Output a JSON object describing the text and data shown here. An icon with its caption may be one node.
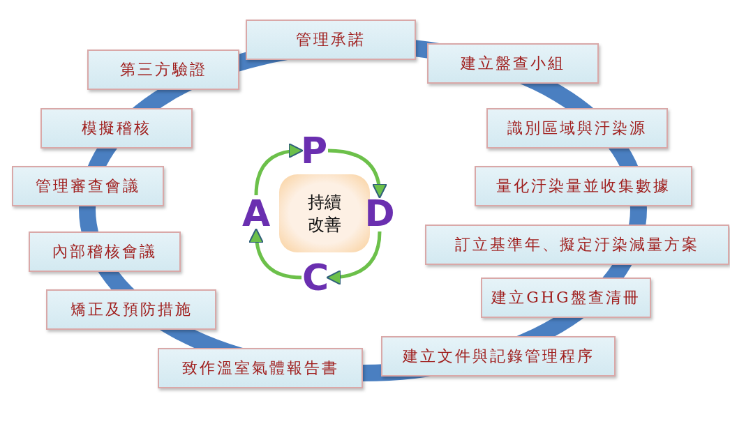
{
  "diagram": {
    "nodes": [
      {
        "text": [
          "管理承諾"
        ]
      },
      {
        "text": [
          "建立盤查小組"
        ]
      },
      {
        "text": [
          "識別區域與汙染源"
        ]
      },
      {
        "text": [
          "量化汙染量並收集數據"
        ]
      },
      {
        "text": [
          "訂立基準年、擬定汙染減量方案"
        ]
      },
      {
        "text": [
          "建立GHG盤查清冊"
        ]
      },
      {
        "text": [
          "建立文件與記錄管理程序"
        ]
      },
      {
        "text": [
          "致作溫室氣體報告書"
        ]
      },
      {
        "text": [
          "矯正及預防措施"
        ]
      },
      {
        "text": [
          "內部稽核會議"
        ]
      },
      {
        "text": [
          "管理審查會議"
        ]
      },
      {
        "text": [
          "模擬稽核"
        ]
      },
      {
        "text": [
          "第三方驗證"
        ]
      },
      {
        "text": [
          "持續改善"
        ]
      },
      {
        "text": [
          "P"
        ]
      },
      {
        "text": [
          "D"
        ]
      },
      {
        "text": [
          "C"
        ]
      },
      {
        "text": [
          "A"
        ]
      }
    ],
    "edges": [
      {
        "from": 17,
        "to": 14,
        "arrow": "to"
      },
      {
        "from": 14,
        "to": 15,
        "arrow": "to"
      },
      {
        "from": 15,
        "to": 16,
        "arrow": "to"
      },
      {
        "from": 16,
        "to": 17,
        "arrow": "to"
      }
    ]
  }
}
